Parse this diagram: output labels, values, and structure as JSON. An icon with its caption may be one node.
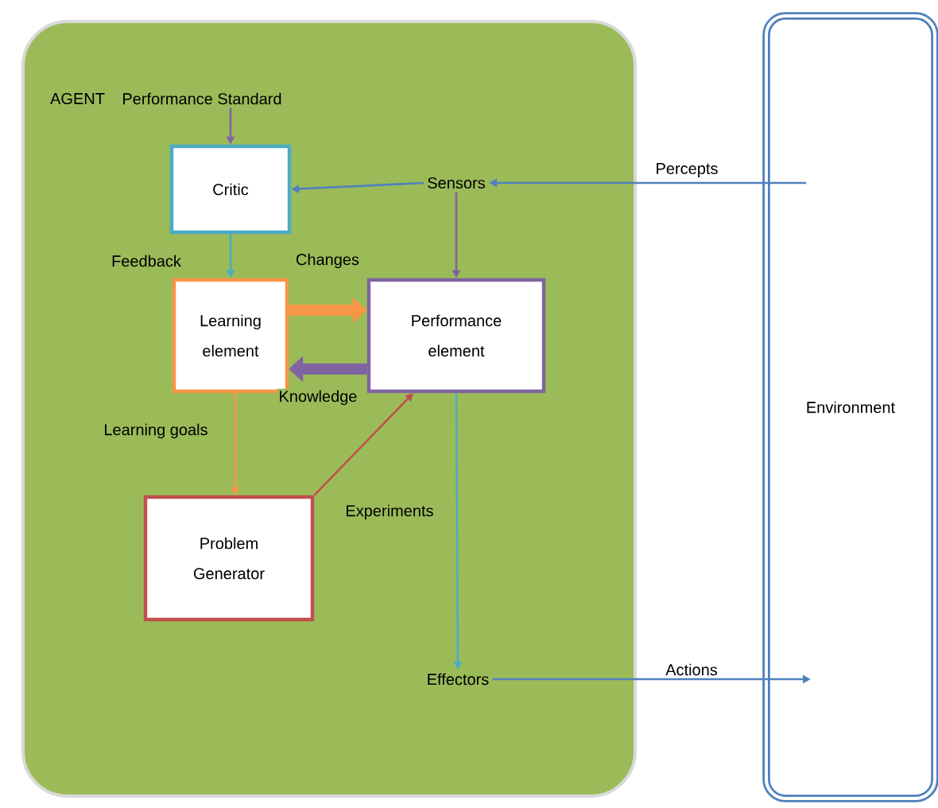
{
  "diagram": {
    "nodes": [
      {
        "text": [
          "AGENT"
        ]
      },
      {
        "text": [
          "Performance Standard"
        ],
        "in": 0
      },
      {
        "text": [
          "Critic"
        ],
        "in": 0
      },
      {
        "text": [
          "Sensors"
        ],
        "in": 0
      },
      {
        "text": [
          "Learning element"
        ],
        "in": 0
      },
      {
        "text": [
          "Performance element"
        ],
        "in": 0
      },
      {
        "text": [
          "Problem Generator"
        ],
        "in": 0
      },
      {
        "text": [
          "Effectors"
        ],
        "in": 0
      },
      {
        "text": [
          "Environment"
        ]
      }
    ],
    "edges": [
      {
        "from": 1,
        "to": 2,
        "arrow": "to",
        "color": "#8064a2"
      },
      {
        "from": 3,
        "to": 2,
        "arrow": "to"
      },
      {
        "from": 8,
        "to": 3,
        "arrow": "to",
        "label": "Percepts"
      },
      {
        "from": 3,
        "to": 5,
        "arrow": "to",
        "color": "#8064a2"
      },
      {
        "from": 2,
        "to": 4,
        "arrow": "to",
        "label": "Feedback",
        "color": "#4bacc6"
      },
      {
        "from": 4,
        "to": 5,
        "arrow": "to",
        "label": "Changes",
        "style": "thick",
        "color": "#f79646"
      },
      {
        "from": 5,
        "to": 4,
        "arrow": "to",
        "label": "Knowledge",
        "style": "thick",
        "color": "#8064a2"
      },
      {
        "from": 4,
        "to": 6,
        "arrow": "to",
        "label": "Learning goals",
        "color": "#f79646"
      },
      {
        "from": 6,
        "to": 5,
        "arrow": "to",
        "label": "Experiments",
        "color": "#c0504d"
      },
      {
        "from": 5,
        "to": 7,
        "arrow": "to",
        "color": "#4bacc6"
      },
      {
        "from": 7,
        "to": 8,
        "arrow": "to",
        "label": "Actions"
      }
    ]
  }
}
